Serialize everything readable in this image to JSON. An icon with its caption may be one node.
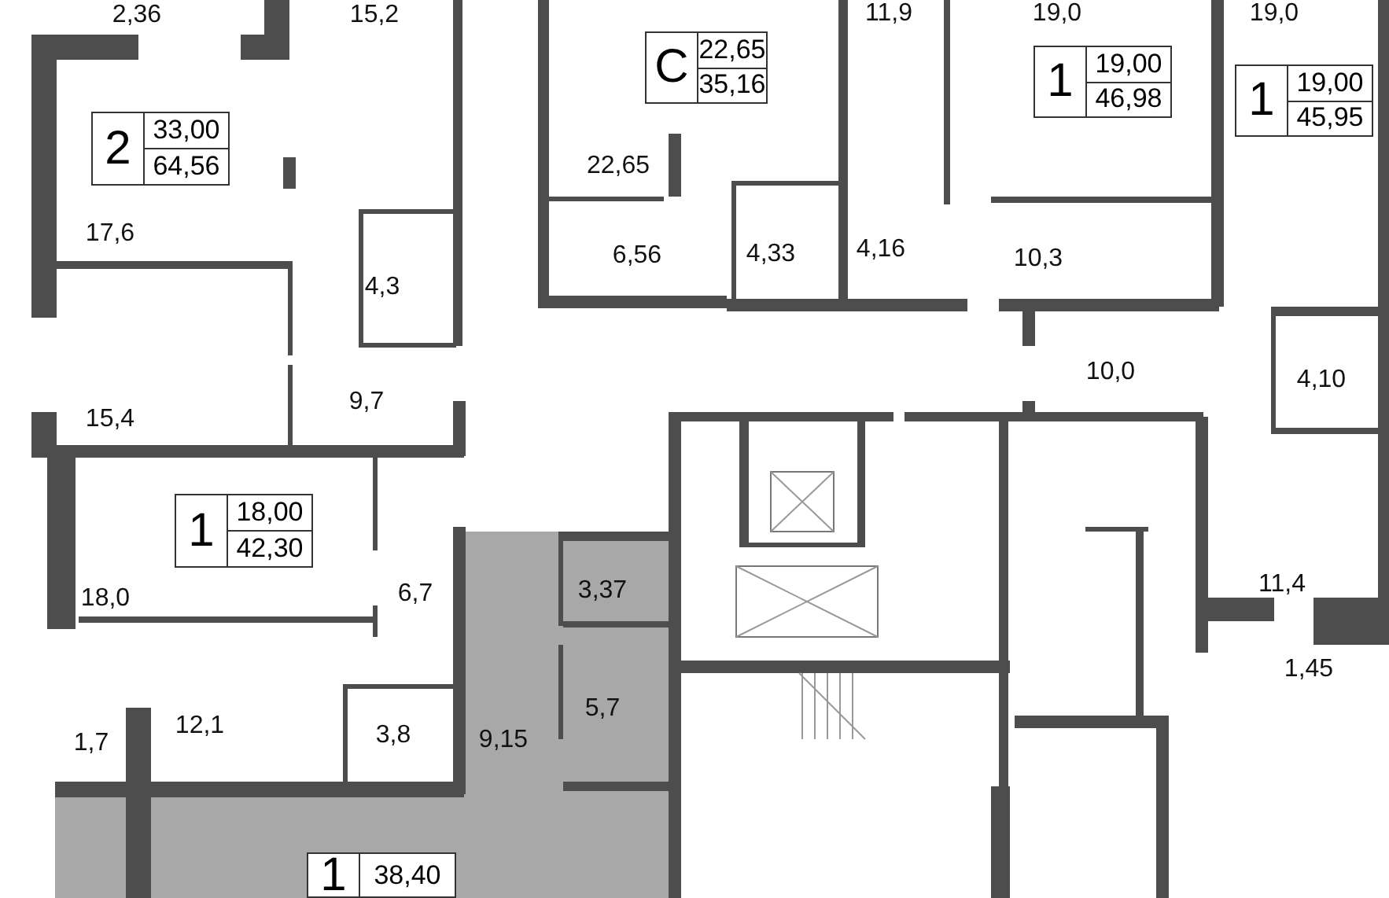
{
  "diagram": {
    "nodes": [
      {
        "text": [
          "C",
          "22,65",
          "35,16"
        ]
      },
      {
        "text": [
          "1",
          "19,00",
          "46,98"
        ]
      },
      {
        "text": [
          "1",
          "19,00",
          "45,95"
        ]
      },
      {
        "text": [
          "2",
          "33,00",
          "64,56"
        ]
      },
      {
        "text": [
          "1",
          "18,00",
          "42,30"
        ]
      },
      {
        "text": [
          "1",
          "38,40"
        ]
      }
    ],
    "edges": [],
    "labels": [
      "2,36",
      "15,2",
      "11,9",
      "19,0",
      "19,0",
      "22,65",
      "17,6",
      "6,56",
      "4,3",
      "4,33",
      "4,16",
      "10,3",
      "10,0",
      "4,10",
      "15,4",
      "9,7",
      "18,0",
      "6,7",
      "3,37",
      "11,4",
      "1,45",
      "5,7",
      "1,7",
      "12,1",
      "3,8",
      "9,15"
    ]
  }
}
